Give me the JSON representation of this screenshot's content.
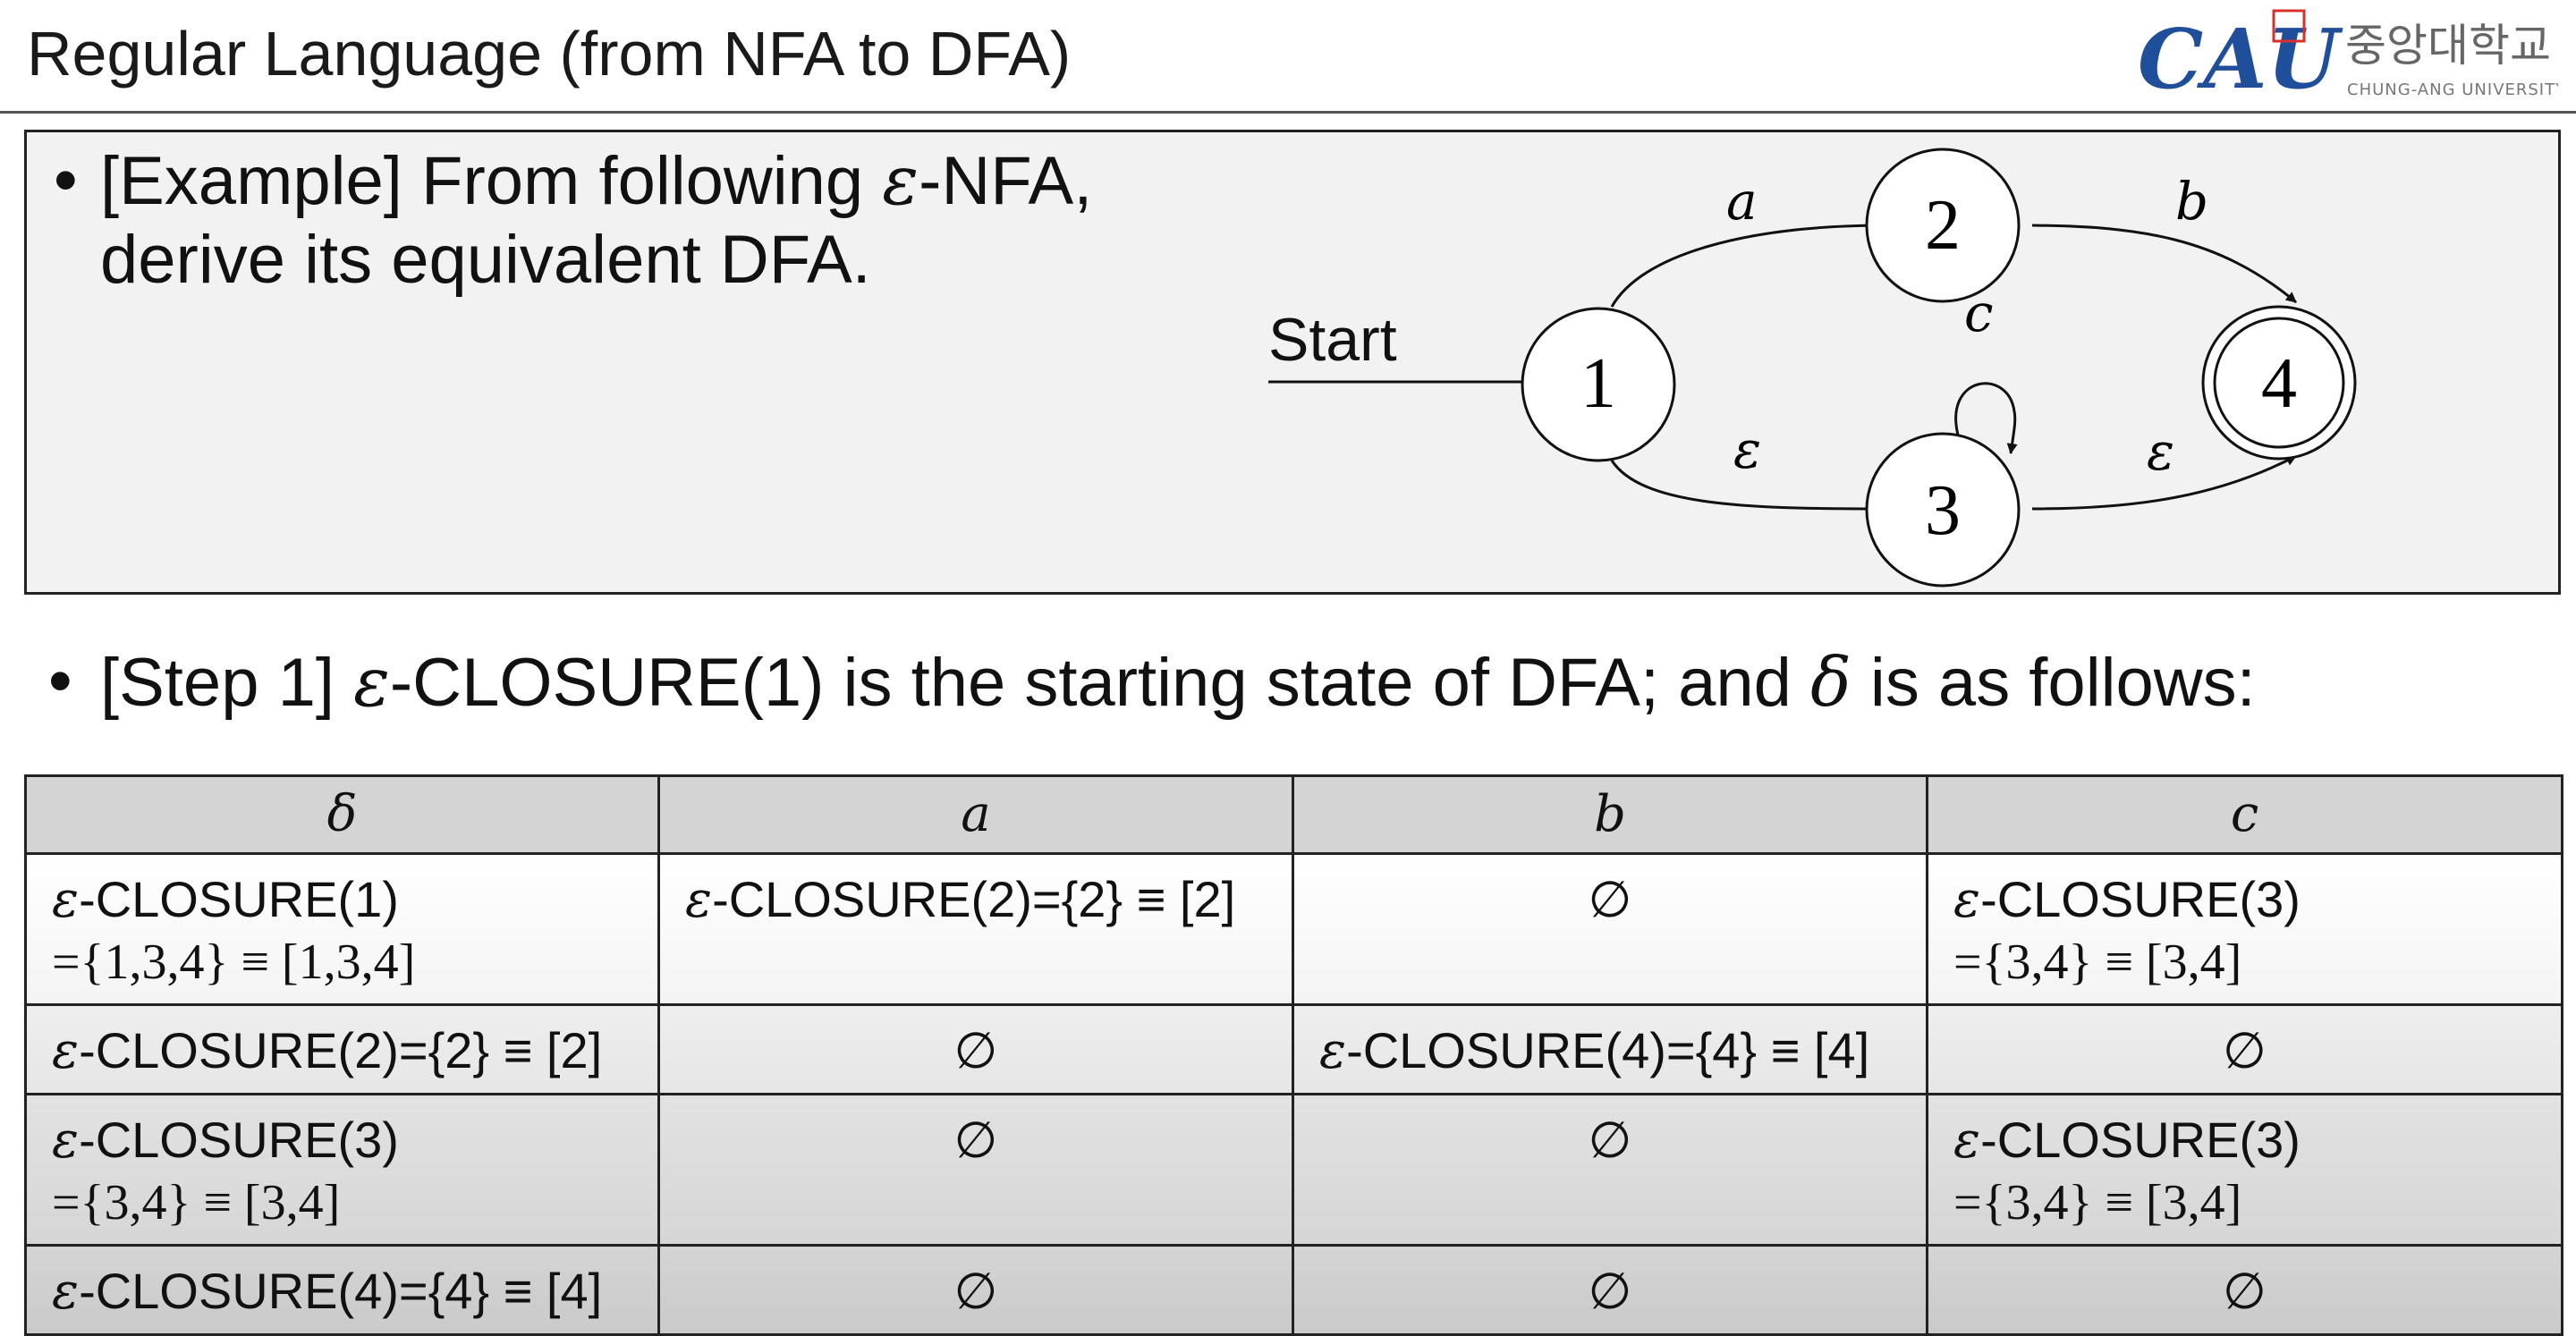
{
  "header": {
    "title": "Regular Language (from NFA to DFA)",
    "logo_text": "CAU",
    "logo_korean": "중앙대학교",
    "logo_english": "CHUNG-ANG UNIVERSITY"
  },
  "example": {
    "bullet_dot": "•",
    "line1_prefix": "[Example] From following ",
    "line1_symbol": "ε",
    "line1_suffix": "-NFA,",
    "line2": "derive its equivalent DFA."
  },
  "nfa": {
    "start_label": "Start",
    "states": [
      "1",
      "2",
      "3",
      "4"
    ],
    "accepting_state": "4",
    "edges": [
      {
        "from": "1",
        "to": "2",
        "label": "a"
      },
      {
        "from": "2",
        "to": "4",
        "label": "b"
      },
      {
        "from": "1",
        "to": "3",
        "label": "ε"
      },
      {
        "from": "3",
        "to": "4",
        "label": "ε"
      },
      {
        "from": "3",
        "to": "3",
        "label": "c"
      }
    ]
  },
  "step1": {
    "bullet_dot": "•",
    "prefix": "[Step 1] ",
    "eps": "ε",
    "middle": "-CLOSURE(1) is the starting state of DFA; and ",
    "delta": "δ",
    "suffix": " is as follows:"
  },
  "table": {
    "headers": [
      "δ",
      "a",
      "b",
      "c"
    ],
    "rows": [
      [
        {
          "eps": "ε",
          "line1": "-CLOSURE(1)",
          "line2": "={1,3,4} ≡ [1,3,4]"
        },
        {
          "eps": "ε",
          "line1": "-CLOSURE(2)={2} ≡ [2]",
          "line2": ""
        },
        {
          "eps": "",
          "line1": "∅",
          "line2": ""
        },
        {
          "eps": "ε",
          "line1": "-CLOSURE(3)",
          "line2": "={3,4} ≡ [3,4]"
        }
      ],
      [
        {
          "eps": "ε",
          "line1": "-CLOSURE(2)={2} ≡ [2]",
          "line2": ""
        },
        {
          "eps": "",
          "line1": "∅",
          "line2": ""
        },
        {
          "eps": "ε",
          "line1": "-CLOSURE(4)={4} ≡ [4]",
          "line2": ""
        },
        {
          "eps": "",
          "line1": "∅",
          "line2": ""
        }
      ],
      [
        {
          "eps": "ε",
          "line1": "-CLOSURE(3)",
          "line2": "={3,4} ≡ [3,4]"
        },
        {
          "eps": "",
          "line1": "∅",
          "line2": ""
        },
        {
          "eps": "",
          "line1": "∅",
          "line2": ""
        },
        {
          "eps": "ε",
          "line1": "-CLOSURE(3)",
          "line2": "={3,4} ≡ [3,4]"
        }
      ],
      [
        {
          "eps": "ε",
          "line1": "-CLOSURE(4)={4} ≡ [4]",
          "line2": ""
        },
        {
          "eps": "",
          "line1": "∅",
          "line2": ""
        },
        {
          "eps": "",
          "line1": "∅",
          "line2": ""
        },
        {
          "eps": "",
          "line1": "∅",
          "line2": ""
        }
      ]
    ]
  }
}
